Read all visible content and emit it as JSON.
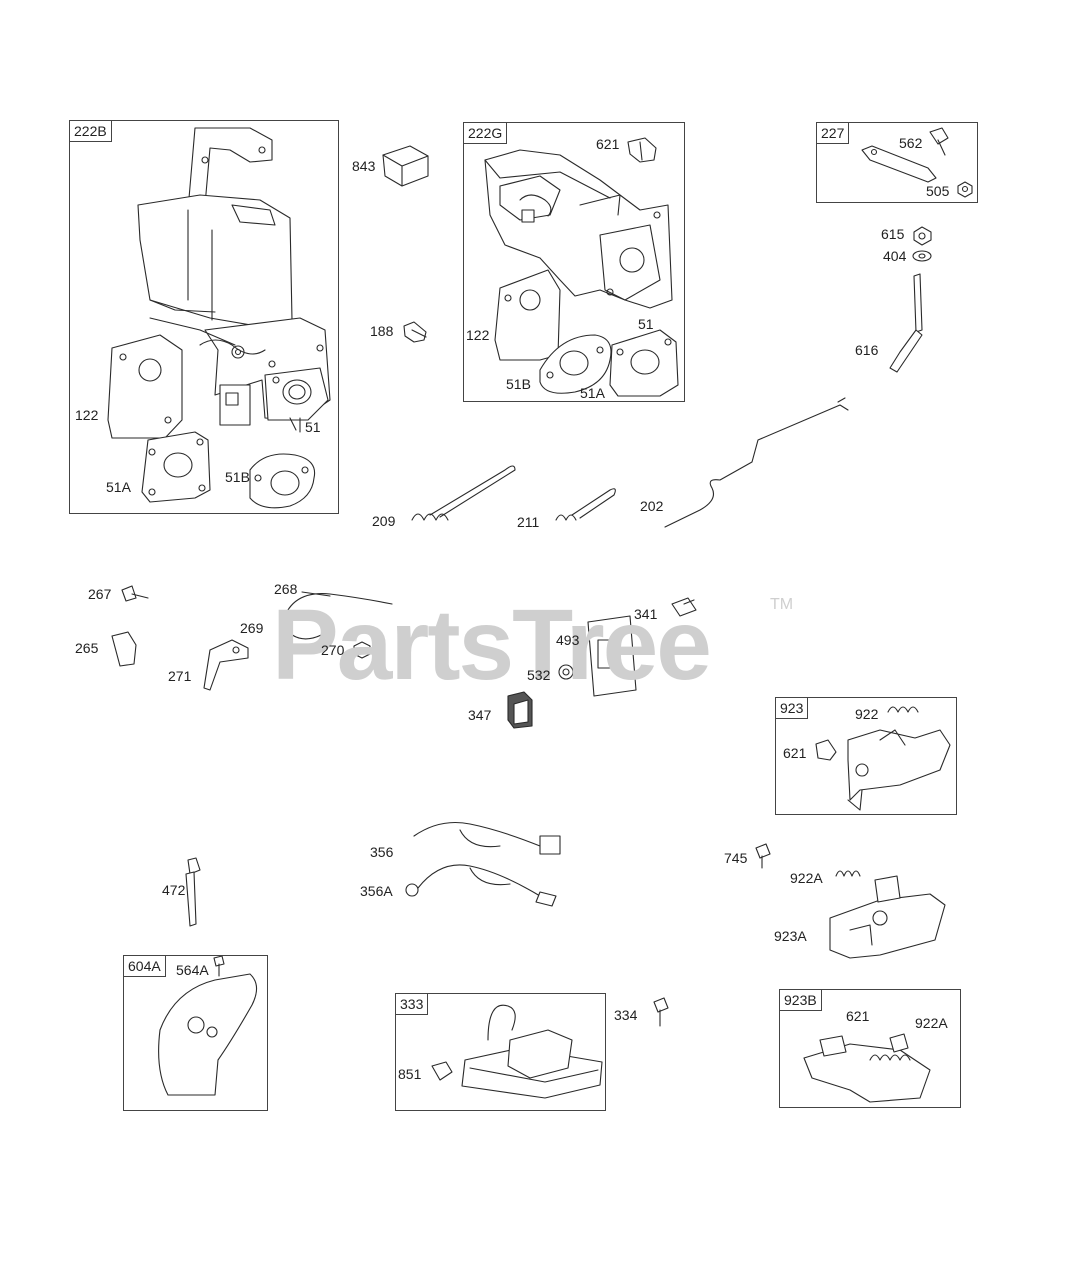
{
  "watermark": {
    "text": "PartsTree",
    "tm": "TM"
  },
  "boxes": {
    "b222B": "222B",
    "b222G": "222G",
    "b227": "227",
    "b923": "923",
    "b604A": "604A",
    "b333": "333",
    "b923B": "923B"
  },
  "labels": {
    "l122a": "122",
    "l51a": "51",
    "l51Aa": "51A",
    "l51Ba": "51B",
    "l843": "843",
    "l188": "188",
    "l621a": "621",
    "l122b": "122",
    "l51b": "51",
    "l51Bb": "51B",
    "l51Ab": "51A",
    "l562": "562",
    "l505": "505",
    "l615": "615",
    "l404": "404",
    "l616": "616",
    "l209": "209",
    "l211": "211",
    "l202": "202",
    "l267": "267",
    "l265": "265",
    "l268": "268",
    "l269": "269",
    "l270": "270",
    "l271": "271",
    "l341": "341",
    "l493": "493",
    "l532": "532",
    "l347": "347",
    "l922": "922",
    "l621b": "621",
    "l356": "356",
    "l356A": "356A",
    "l745": "745",
    "l922A": "922A",
    "l923A": "923A",
    "l472": "472",
    "l564A": "564A",
    "l334": "334",
    "l851": "851",
    "l621c": "621",
    "l922Ab": "922A"
  }
}
